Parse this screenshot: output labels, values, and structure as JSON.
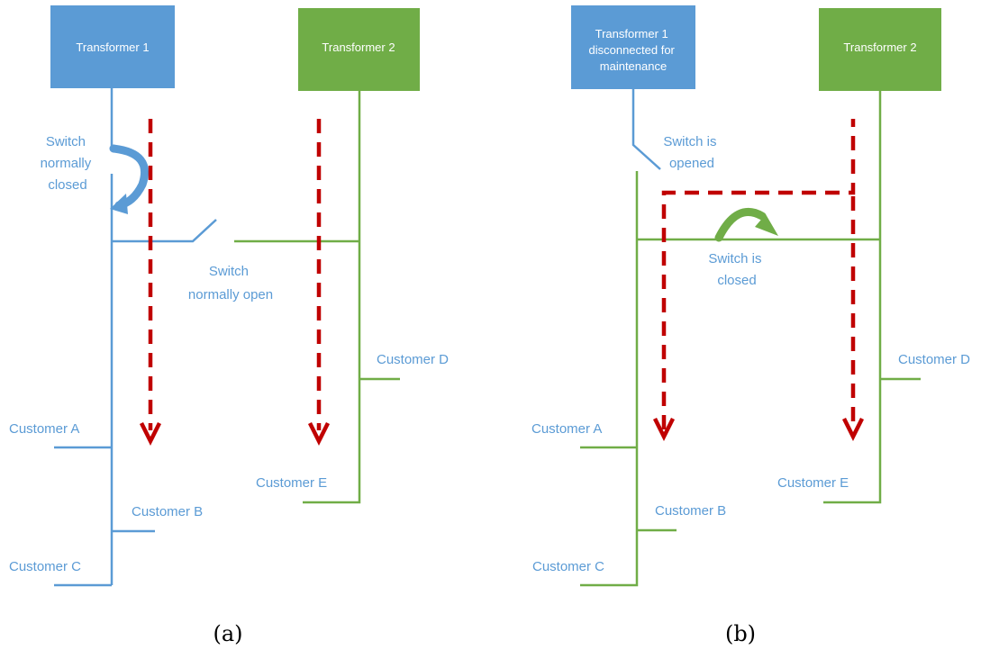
{
  "colors": {
    "transformer1": "#5b9bd5",
    "transformer2": "#70ad47",
    "flow_arrow": "#c00000",
    "label_text": "#5b9bd5"
  },
  "panel_a": {
    "caption": "(a)",
    "transformer1_label": "Transformer 1",
    "transformer2_label": "Transformer 2",
    "switch_closed_label": [
      "Switch",
      "normally",
      "closed"
    ],
    "switch_open_label": [
      "Switch",
      "normally open"
    ],
    "customers": {
      "a": "Customer A",
      "b": "Customer B",
      "c": "Customer C",
      "d": "Customer D",
      "e": "Customer E"
    },
    "icons": [
      "curved-arrow-icon",
      "down-arrow-icon"
    ]
  },
  "panel_b": {
    "caption": "(b)",
    "transformer1_label": [
      "Transformer 1",
      "disconnected for",
      "maintenance"
    ],
    "transformer2_label": "Transformer 2",
    "switch_opened_label": [
      "Switch is",
      "opened"
    ],
    "switch_closed_label": [
      "Switch is",
      "closed"
    ],
    "customers": {
      "a": "Customer A",
      "b": "Customer B",
      "c": "Customer C",
      "d": "Customer D",
      "e": "Customer E"
    },
    "icons": [
      "curved-arrow-icon",
      "down-arrow-icon"
    ]
  }
}
